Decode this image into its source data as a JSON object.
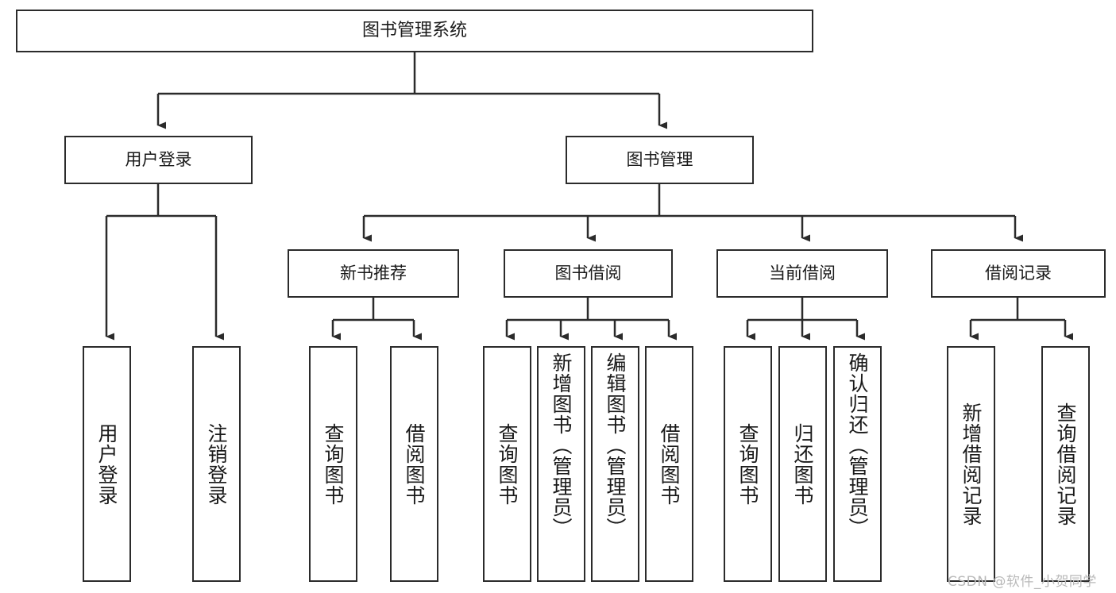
{
  "diagram": {
    "type": "tree-hierarchy",
    "title": "图书管理系统",
    "style": {
      "box_fill": "#ffffff",
      "box_stroke": "#2b2b2b",
      "line_color": "#2b2b2b",
      "text_color": "#1a1a1a",
      "background": "#ffffff",
      "watermark_color": "#b9b9b9"
    },
    "root": {
      "id": "root",
      "label": "图书管理系统"
    },
    "level1": [
      {
        "id": "user-login",
        "label": "用户登录"
      },
      {
        "id": "book-management",
        "label": "图书管理"
      }
    ],
    "level2": [
      {
        "id": "new-book-recommend",
        "label": "新书推荐",
        "parent": "book-management"
      },
      {
        "id": "book-borrow",
        "label": "图书借阅",
        "parent": "book-management"
      },
      {
        "id": "current-borrow",
        "label": "当前借阅",
        "parent": "book-management"
      },
      {
        "id": "borrow-record",
        "label": "借阅记录",
        "parent": "book-management"
      }
    ],
    "leaves": [
      {
        "id": "leaf-user-login",
        "label": "用户登录",
        "parent": "user-login"
      },
      {
        "id": "leaf-user-logout",
        "label": "注销登录",
        "parent": "user-login"
      },
      {
        "id": "leaf-query-book-1",
        "label": "查询图书",
        "parent": "new-book-recommend"
      },
      {
        "id": "leaf-borrow-book-1",
        "label": "借阅图书",
        "parent": "new-book-recommend"
      },
      {
        "id": "leaf-query-book-2",
        "label": "查询图书",
        "parent": "book-borrow"
      },
      {
        "id": "leaf-add-book",
        "label": "新增图书（管理员）",
        "parent": "book-borrow"
      },
      {
        "id": "leaf-edit-book",
        "label": "编辑图书（管理员）",
        "parent": "book-borrow"
      },
      {
        "id": "leaf-borrow-book-2",
        "label": "借阅图书",
        "parent": "book-borrow"
      },
      {
        "id": "leaf-query-book-3",
        "label": "查询图书",
        "parent": "current-borrow"
      },
      {
        "id": "leaf-return-book",
        "label": "归还图书",
        "parent": "current-borrow"
      },
      {
        "id": "leaf-confirm-return",
        "label": "确认归还（管理员）",
        "parent": "current-borrow"
      },
      {
        "id": "leaf-add-record",
        "label": "新增借阅记录",
        "parent": "borrow-record"
      },
      {
        "id": "leaf-query-record",
        "label": "查询借阅记录",
        "parent": "borrow-record"
      }
    ],
    "watermark": "CSDN @软件_小贺同学"
  }
}
